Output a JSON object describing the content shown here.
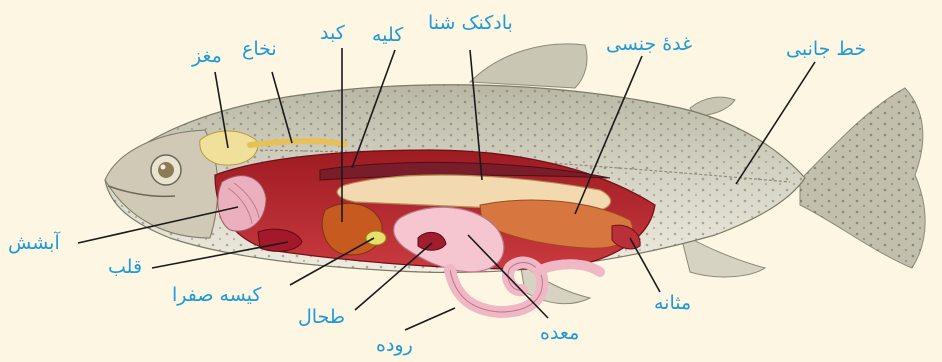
{
  "labels": {
    "brain": "مغز",
    "spinal_cord": "نخاع",
    "liver": "کبد",
    "kidney": "کلیه",
    "swim_bladder": "بادکنک شنا",
    "gonad": "غدهٔ جنسی",
    "lateral_line": "خط جانبی",
    "gills": "آبشش",
    "heart": "قلب",
    "gallbladder": "کیسه صفرا",
    "spleen": "طحال",
    "intestine": "روده",
    "stomach": "معده",
    "bladder": "مثانه"
  },
  "colors": {
    "label": "#1f9ad6",
    "leader_line": "#1a1a1a",
    "background": "#fdf6e3"
  }
}
